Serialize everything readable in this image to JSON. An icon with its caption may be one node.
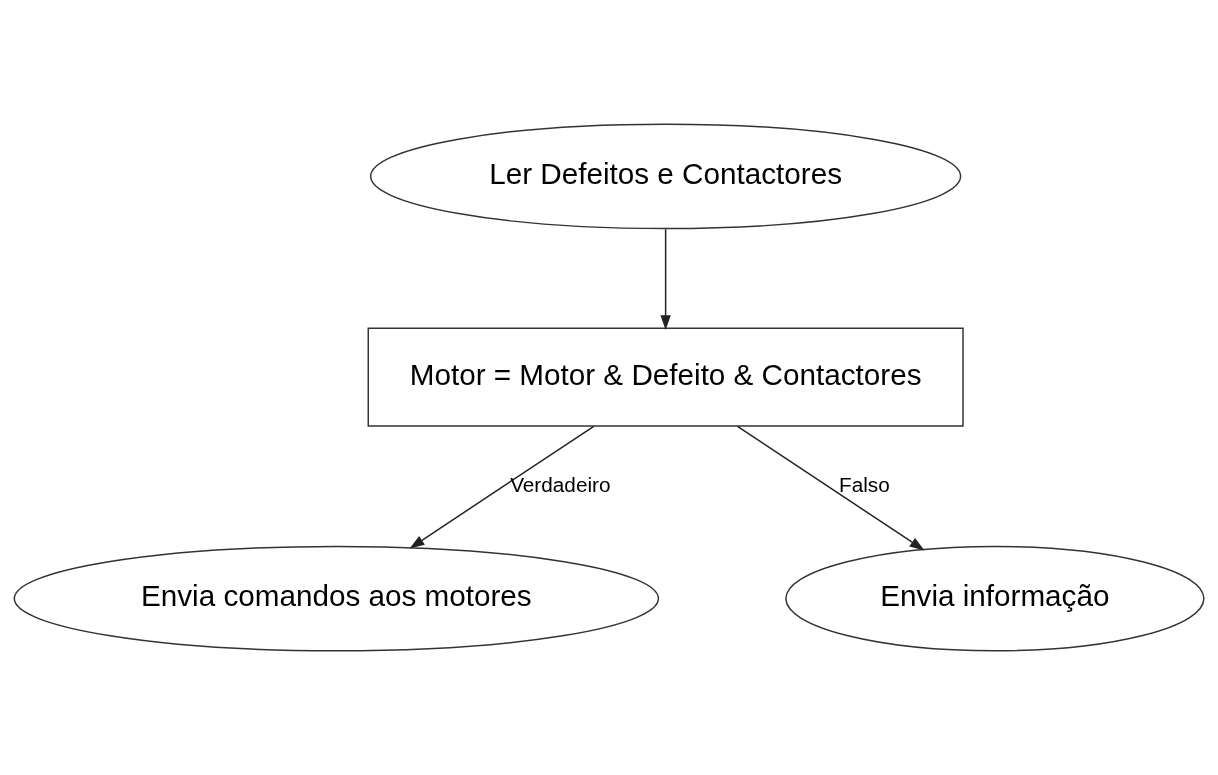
{
  "diagram": {
    "nodes": [
      {
        "text": [
          "Ler Defeitos e Contactores"
        ]
      },
      {
        "text": [
          "Motor = Motor & Defeito & Contactores"
        ]
      },
      {
        "text": [
          "Envia comandos aos motores"
        ]
      },
      {
        "text": [
          "Envia informação"
        ]
      }
    ],
    "edges": [
      {
        "from": 0,
        "to": 1,
        "arrow": "to"
      },
      {
        "from": 1,
        "to": 2,
        "arrow": "to",
        "label": "Verdadeiro"
      },
      {
        "from": 1,
        "to": 3,
        "arrow": "to",
        "label": "Falso"
      }
    ]
  }
}
